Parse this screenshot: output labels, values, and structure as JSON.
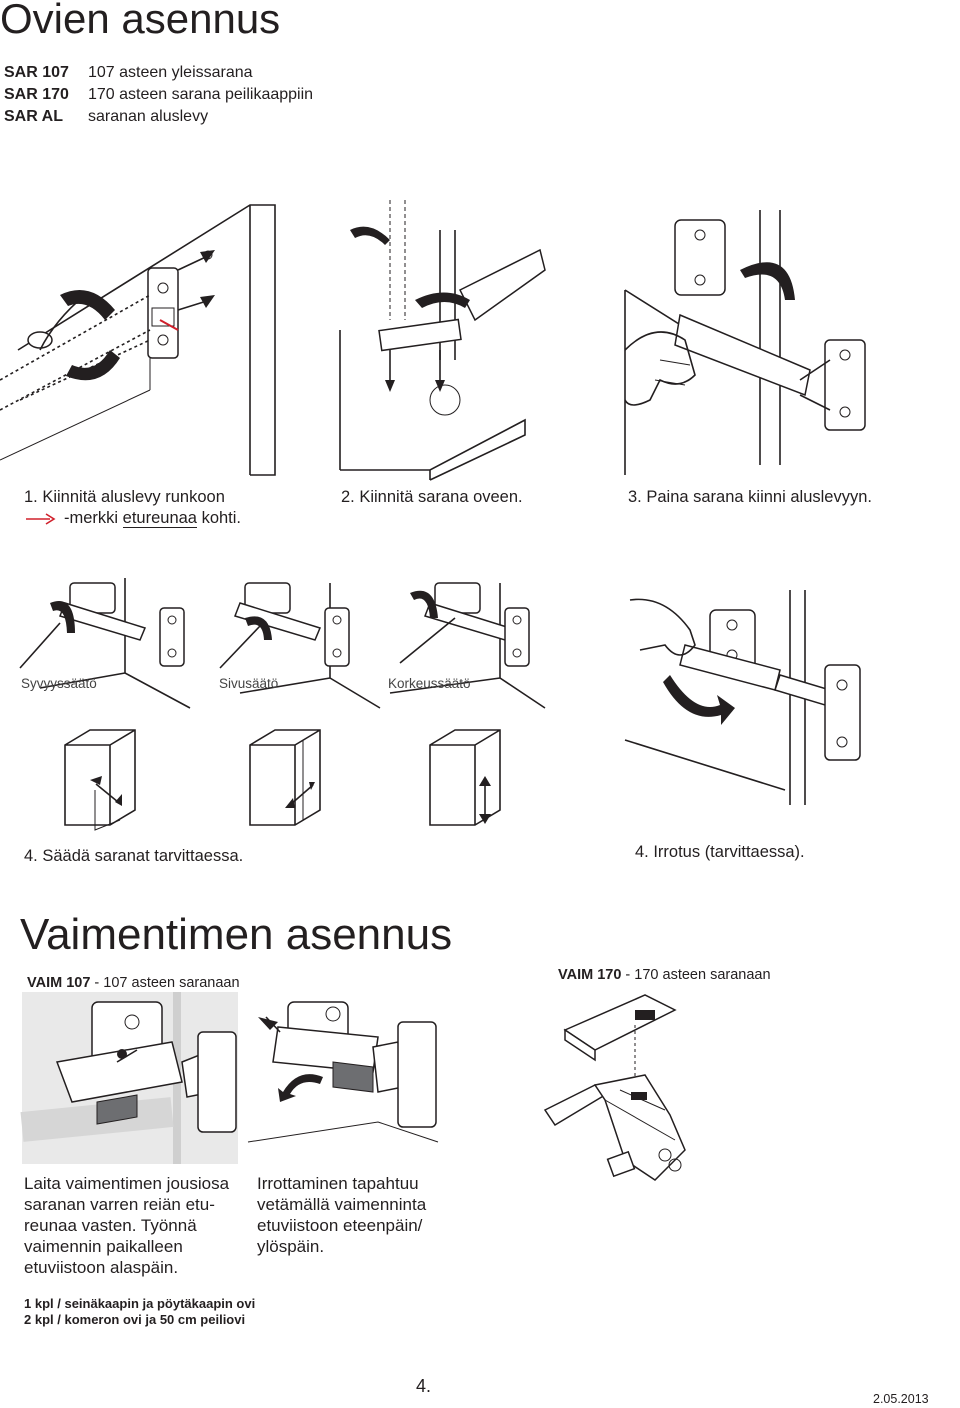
{
  "title": "Ovien asennus",
  "products": [
    {
      "code": "SAR 107",
      "desc": "107 asteen yleissarana"
    },
    {
      "code": "SAR 170",
      "desc": "170 asteen sarana peilikaappiin"
    },
    {
      "code": "SAR AL",
      "desc": "saranan aluslevy"
    }
  ],
  "steps": {
    "step1_line1": "1. Kiinnitä aluslevy runkoon",
    "step1_line2_pre": "-merkki ",
    "step1_line2_underlined": "etureunaa",
    "step1_line2_post": " kohti.",
    "step2": "2. Kiinnitä sarana oveen.",
    "step3": "3. Paina sarana kiinni aluslevyyn."
  },
  "adjustments": {
    "depth": "Syvyyssäätö",
    "side": "Sivusäätö",
    "height": "Korkeussäätö",
    "caption": "4. Säädä saranat tarvittaessa.",
    "removal": "4. Irrotus (tarvittaessa)."
  },
  "damper": {
    "title": "Vaimentimen asennus",
    "vaim107_code": "VAIM 107",
    "vaim107_desc": " - 107 asteen saranaan",
    "vaim170_code": "VAIM 170",
    "vaim170_desc": " - 170 asteen saranaan",
    "install_text": [
      "Laita vaimentimen jousiosa",
      "saranan varren reiän etu-",
      "reunaa vasten. Työnnä",
      "vaimennin paikalleen",
      "etuviistoon alaspäin."
    ],
    "remove_text": [
      "Irrottaminen tapahtuu",
      "vetämällä vaimenninta",
      "etuviistoon eteenpäin/",
      "ylöspäin."
    ]
  },
  "quantities": [
    "1 kpl / seinäkaapin ja pöytäkaapin ovi",
    "2 kpl / komeron ovi ja 50 cm peiliovi"
  ],
  "footer": {
    "page": "4.",
    "date": "2.05.2013"
  }
}
